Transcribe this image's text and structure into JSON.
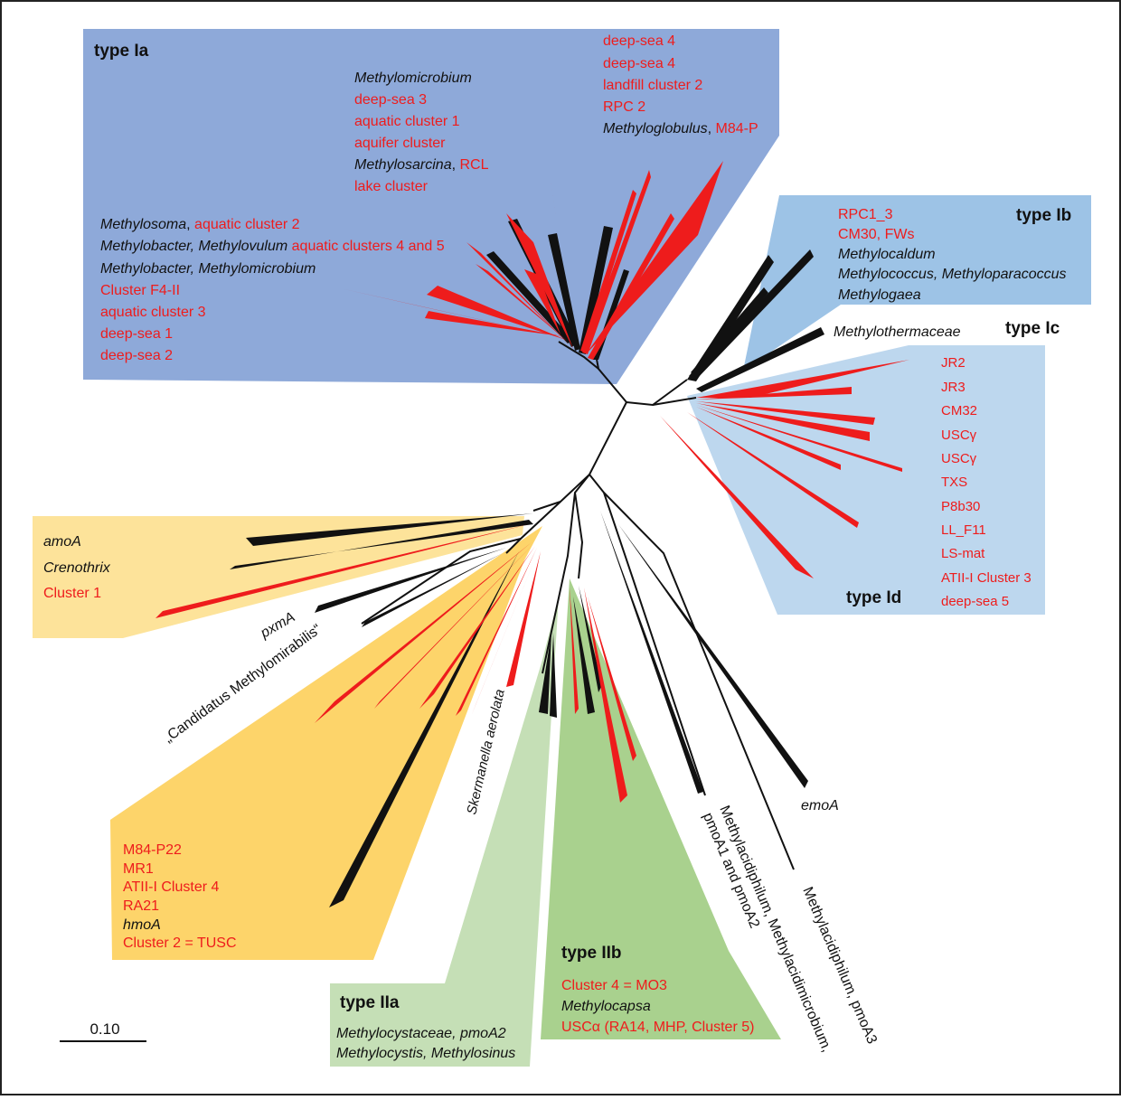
{
  "colors": {
    "type_Ia": "#8ea9d9",
    "type_Ib": "#9dc3e6",
    "type_Id": "#bdd7ee",
    "type_IIa": "#c5dfb6",
    "type_IIb": "#a9d18e",
    "amoA_group": "#fde39a",
    "hmoA_group": "#fdd46a",
    "red_branch": "#ee1c1c",
    "black_branch": "#111111"
  },
  "scale_bar": {
    "label": "0.10"
  },
  "groups": {
    "type_Ia": {
      "header": "type Ia",
      "right_column": [
        "deep-sea 4",
        "deep-sea 4",
        "landfill cluster 2",
        "RPC 2"
      ],
      "methyloglobulus": "Methyloglobulus",
      "m84p": "M84-P",
      "middle_column": [
        "Methylomicrobium",
        "deep-sea 3",
        "aquatic cluster 1",
        "aquifer cluster"
      ],
      "methylosarcina": "Methylosarcina",
      "rcl": "RCL",
      "lake_cluster": "lake cluster",
      "methylosoma": "Methylosoma",
      "aquatic_cluster_2": "aquatic cluster 2",
      "methylobacter_methylovulum": "Methylobacter, Methylovulum",
      "aquatic_clusters_4_5": "aquatic clusters 4 and 5",
      "methylobacter_methylomicrobium": "Methylobacter, Methylomicrobium",
      "left_red": [
        "Cluster F4-II",
        "aquatic cluster 3",
        "deep-sea 1",
        "deep-sea 2"
      ]
    },
    "type_Ib": {
      "header": "type Ib",
      "red": [
        "RPC1_3",
        "CM30, FWs"
      ],
      "black": [
        "Methylocaldum",
        "Methylococcus, Methyloparacoccus",
        "Methylogaea"
      ]
    },
    "type_Ic": {
      "header": "type Ic",
      "label": "Methylothermaceae"
    },
    "type_Id": {
      "header": "type Id",
      "labels": [
        "JR2",
        "JR3",
        "CM32",
        "USCγ",
        "USCγ",
        "TXS",
        "P8b30",
        "LL_F11",
        "LS-mat",
        "ATII-I Cluster 3",
        "deep-sea 5"
      ]
    },
    "amoA_group": {
      "amoA": "amoA",
      "crenothrix": "Crenothrix",
      "cluster1": "Cluster 1"
    },
    "pxmA": "pxmA",
    "mirabilis": "„Candidatus Methylomirabilis“",
    "hmoA_group": {
      "red_top": [
        "M84-P22",
        "MR1",
        "ATII-I Cluster 4",
        "RA21"
      ],
      "hmoA": "hmoA",
      "cluster2": "Cluster 2 = TUSC"
    },
    "skermanella": "Skermanella aerolata",
    "type_IIa": {
      "header": "type IIa",
      "line1": "Methylocystaceae, pmoA2",
      "line2": "Methylocystis, Methylosinus"
    },
    "type_IIb": {
      "header": "type IIb",
      "cluster4": "Cluster 4 = MO3",
      "methylocapsa": "Methylocapsa",
      "usca": "USCα (RA14, MHP, Cluster 5)"
    },
    "methylacidiphilum_1": {
      "line1": "Methylacidiphilum, Methylacidimicrobium,",
      "line2": "pmoA1 and pmoA2"
    },
    "methylacidiphilum_3": "Methylacidiphilum, pmoA3",
    "emoA": "emoA"
  }
}
